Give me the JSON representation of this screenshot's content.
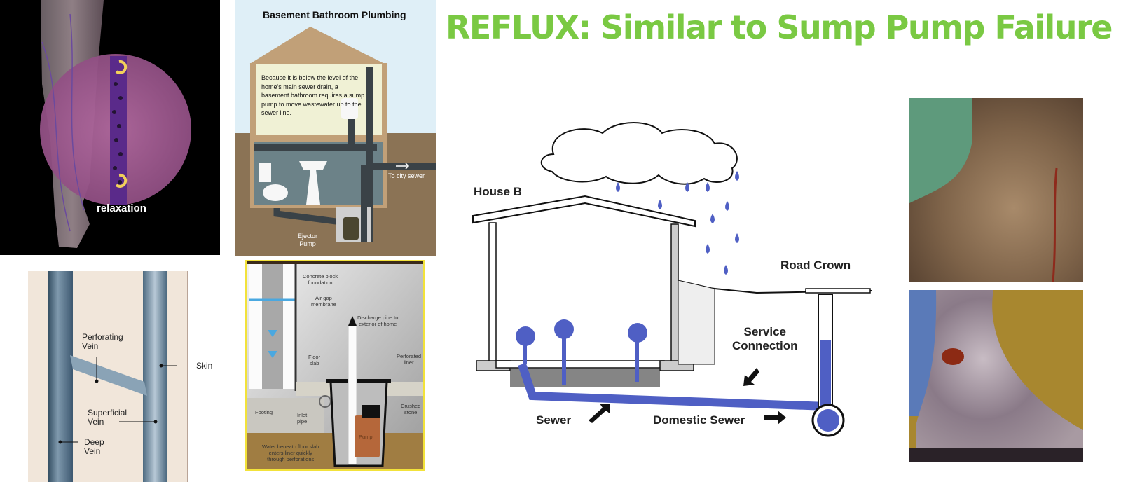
{
  "slide": {
    "title": "REFLUX: Similar  to Sump Pump Failure",
    "title_color": "#7ac943"
  },
  "leg_panel": {
    "label": "relaxation"
  },
  "basement_panel": {
    "title": "Basement Bathroom Plumbing",
    "description": "Because it is below the level of the home's main sewer drain, a basement bathroom requires a sump pump to move wastewater up to the sewer line.",
    "outlet_label": "To city sewer",
    "pump_label_line1": "Ejector",
    "pump_label_line2": "Pump"
  },
  "vein_panel": {
    "perforating_line1": "Perforating",
    "perforating_line2": "Vein",
    "skin": "Skin",
    "superficial_line1": "Superficial",
    "superficial_line2": "Vein",
    "deep_line1": "Deep",
    "deep_line2": "Vein"
  },
  "sump_panel": {
    "foundation_line1": "Concrete block",
    "foundation_line2": "foundation",
    "membrane_line1": "Air gap",
    "membrane_line2": "membrane",
    "discharge_line1": "Discharge pipe to",
    "discharge_line2": "exterior of home",
    "floor_line1": "Floor",
    "floor_line2": "slab",
    "liner_line1": "Perforated",
    "liner_line2": "liner",
    "footing": "Footing",
    "inlet_line1": "Inlet",
    "inlet_line2": "pipe",
    "stone_line1": "Crushed",
    "stone_line2": "stone",
    "pump": "Pump",
    "water_line1": "Water beneath floor slab",
    "water_line2": "enters liner quickly",
    "water_line3": "through perforations"
  },
  "sewer_panel": {
    "house": "House B",
    "road": "Road Crown",
    "service_line1": "Service",
    "service_line2": "Connection",
    "sewer": "Sewer",
    "domestic": "Domestic Sewer",
    "water_color": "#4f5fc4"
  },
  "photos": {
    "top": "ankle-skin-discoloration-photo",
    "bottom": "ankle-venous-ulcer-photo"
  }
}
